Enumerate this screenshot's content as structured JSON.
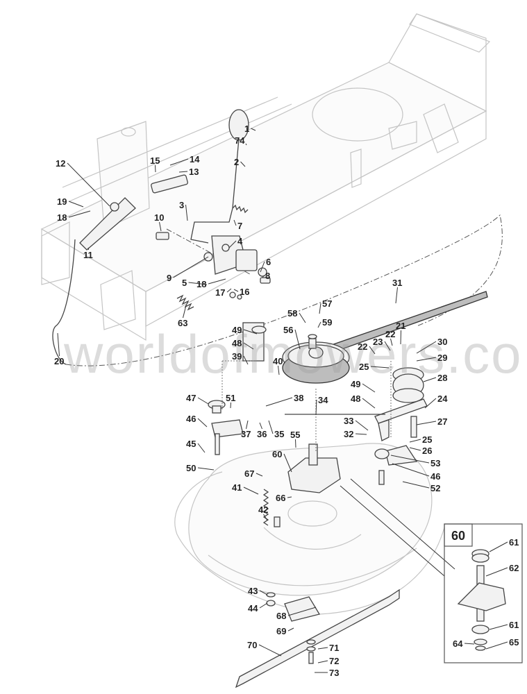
{
  "diagram": {
    "title": "Mower deck and cutting height lever exploded view",
    "watermark": "worldofmowers.co.uk",
    "inset": {
      "label": "60",
      "parts": [
        "61",
        "62",
        "61",
        "64",
        "65"
      ]
    },
    "callouts": [
      {
        "id": "1",
        "label": "1"
      },
      {
        "id": "2",
        "label": "2"
      },
      {
        "id": "3",
        "label": "3"
      },
      {
        "id": "4",
        "label": "4"
      },
      {
        "id": "5",
        "label": "5"
      },
      {
        "id": "6",
        "label": "6"
      },
      {
        "id": "7",
        "label": "7"
      },
      {
        "id": "8",
        "label": "8"
      },
      {
        "id": "9",
        "label": "9"
      },
      {
        "id": "10",
        "label": "10"
      },
      {
        "id": "11",
        "label": "11"
      },
      {
        "id": "12",
        "label": "12"
      },
      {
        "id": "13",
        "label": "13"
      },
      {
        "id": "14",
        "label": "14"
      },
      {
        "id": "15",
        "label": "15"
      },
      {
        "id": "16",
        "label": "16"
      },
      {
        "id": "17",
        "label": "17"
      },
      {
        "id": "18a",
        "label": "18"
      },
      {
        "id": "18b",
        "label": "18"
      },
      {
        "id": "19",
        "label": "19"
      },
      {
        "id": "20",
        "label": "20"
      },
      {
        "id": "21",
        "label": "21"
      },
      {
        "id": "22a",
        "label": "22"
      },
      {
        "id": "22b",
        "label": "22"
      },
      {
        "id": "23",
        "label": "23"
      },
      {
        "id": "24",
        "label": "24"
      },
      {
        "id": "25a",
        "label": "25"
      },
      {
        "id": "25b",
        "label": "25"
      },
      {
        "id": "26",
        "label": "26"
      },
      {
        "id": "27",
        "label": "27"
      },
      {
        "id": "28",
        "label": "28"
      },
      {
        "id": "29",
        "label": "29"
      },
      {
        "id": "30",
        "label": "30"
      },
      {
        "id": "31",
        "label": "31"
      },
      {
        "id": "32",
        "label": "32"
      },
      {
        "id": "33",
        "label": "33"
      },
      {
        "id": "34",
        "label": "34"
      },
      {
        "id": "35",
        "label": "35"
      },
      {
        "id": "36",
        "label": "36"
      },
      {
        "id": "37",
        "label": "37"
      },
      {
        "id": "38",
        "label": "38"
      },
      {
        "id": "39",
        "label": "39"
      },
      {
        "id": "40",
        "label": "40"
      },
      {
        "id": "41",
        "label": "41"
      },
      {
        "id": "42",
        "label": "42"
      },
      {
        "id": "43",
        "label": "43"
      },
      {
        "id": "44",
        "label": "44"
      },
      {
        "id": "45",
        "label": "45"
      },
      {
        "id": "46a",
        "label": "46"
      },
      {
        "id": "46b",
        "label": "46"
      },
      {
        "id": "47",
        "label": "47"
      },
      {
        "id": "48a",
        "label": "48"
      },
      {
        "id": "48b",
        "label": "48"
      },
      {
        "id": "49a",
        "label": "49"
      },
      {
        "id": "49b",
        "label": "49"
      },
      {
        "id": "50",
        "label": "50"
      },
      {
        "id": "51",
        "label": "51"
      },
      {
        "id": "52",
        "label": "52"
      },
      {
        "id": "53",
        "label": "53"
      },
      {
        "id": "55",
        "label": "55"
      },
      {
        "id": "56",
        "label": "56"
      },
      {
        "id": "57",
        "label": "57"
      },
      {
        "id": "58",
        "label": "58"
      },
      {
        "id": "59",
        "label": "59"
      },
      {
        "id": "60",
        "label": "60"
      },
      {
        "id": "61a",
        "label": "61"
      },
      {
        "id": "61b",
        "label": "61"
      },
      {
        "id": "62",
        "label": "62"
      },
      {
        "id": "63",
        "label": "63"
      },
      {
        "id": "64",
        "label": "64"
      },
      {
        "id": "65",
        "label": "65"
      },
      {
        "id": "66",
        "label": "66"
      },
      {
        "id": "67",
        "label": "67"
      },
      {
        "id": "68",
        "label": "68"
      },
      {
        "id": "69",
        "label": "69"
      },
      {
        "id": "70",
        "label": "70"
      },
      {
        "id": "71",
        "label": "71"
      },
      {
        "id": "72",
        "label": "72"
      },
      {
        "id": "73",
        "label": "73"
      },
      {
        "id": "74",
        "label": "74"
      }
    ]
  }
}
